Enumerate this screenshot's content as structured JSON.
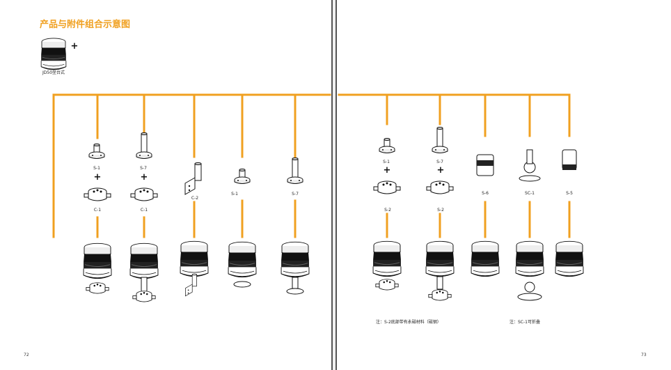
{
  "title": "产品与附件组合示意图",
  "base_unit": {
    "label": "JD50坐台式",
    "plus": "+"
  },
  "colors": {
    "accent": "#f0a020",
    "line": "#f0a020",
    "dark": "#111111"
  },
  "left_columns": [
    {
      "top_label": "S-1",
      "bottom_label": "C-1"
    },
    {
      "top_label": "S-7",
      "bottom_label": "C-1"
    },
    {
      "label": "C-2"
    },
    {
      "label": "S-1"
    },
    {
      "label": "S-7"
    }
  ],
  "right_columns": [
    {
      "top_label": "S-1",
      "bottom_label": "S-2"
    },
    {
      "top_label": "S-7",
      "bottom_label": "S-2"
    },
    {
      "label": "S-6"
    },
    {
      "label": "SC-1"
    },
    {
      "label": "S-5"
    }
  ],
  "notes": {
    "s2": "注：S-2底部带有永磁材料（磁钢）",
    "sc1": "注：SC-1可折叠"
  },
  "page_numbers": {
    "left": "72",
    "right": "73"
  }
}
